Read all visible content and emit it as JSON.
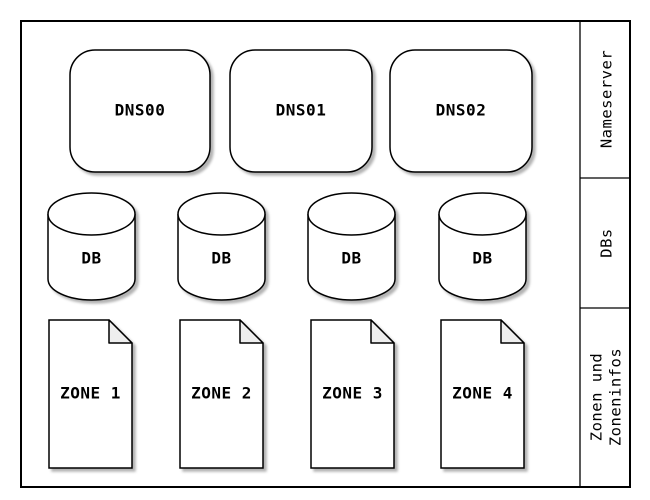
{
  "diagram": {
    "rows": {
      "nameserver": {
        "section_label": "Nameserver",
        "nodes": [
          {
            "label": "DNS00"
          },
          {
            "label": "DNS01"
          },
          {
            "label": "DNS02"
          }
        ]
      },
      "dbs": {
        "section_label": "DBs",
        "nodes": [
          {
            "label": "DB"
          },
          {
            "label": "DB"
          },
          {
            "label": "DB"
          },
          {
            "label": "DB"
          }
        ]
      },
      "zones": {
        "section_label_line1": "Zonen und",
        "section_label_line2": "Zoneninfos",
        "nodes": [
          {
            "label": "ZONE 1"
          },
          {
            "label": "ZONE 2"
          },
          {
            "label": "ZONE 3"
          },
          {
            "label": "ZONE 4"
          }
        ]
      }
    },
    "colors": {
      "stroke": "#000000",
      "shape_fill": "#ffffff",
      "fold_fill": "#eeeeee",
      "shadow": "#b3b3b3"
    }
  }
}
